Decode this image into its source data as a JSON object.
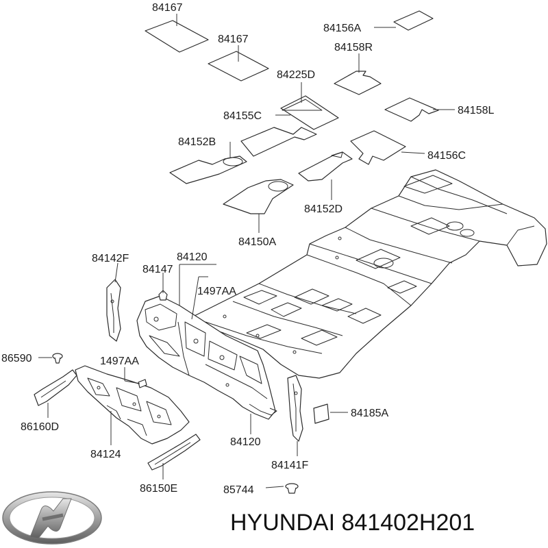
{
  "labels": {
    "p84167_top": "84167",
    "p84167_mid": "84167",
    "p84156A": "84156A",
    "p84158R": "84158R",
    "p84225D": "84225D",
    "p84155C": "84155C",
    "p84158L": "84158L",
    "p84152B": "84152B",
    "p84156C": "84156C",
    "p84152D": "84152D",
    "p84150A": "84150A",
    "p84142F": "84142F",
    "p84120_top": "84120",
    "p84147": "84147",
    "p1497AA_top": "1497AA",
    "p86590": "86590",
    "p1497AA_mid": "1497AA",
    "p84185A": "84185A",
    "p86160D": "86160D",
    "p84120_bot": "84120",
    "p84124": "84124",
    "p84141F": "84141F",
    "p86150E": "86150E",
    "p85744": "85744"
  },
  "footer": {
    "brand_caption": "HYUNDAI 841402H201"
  },
  "icons": {
    "logo": "hyundai-logo-icon"
  },
  "colors": {
    "line": "#2a2a2a",
    "text": "#1a1a1a",
    "logo_light": "#d8d8d8",
    "logo_dark": "#6f6f6f"
  }
}
